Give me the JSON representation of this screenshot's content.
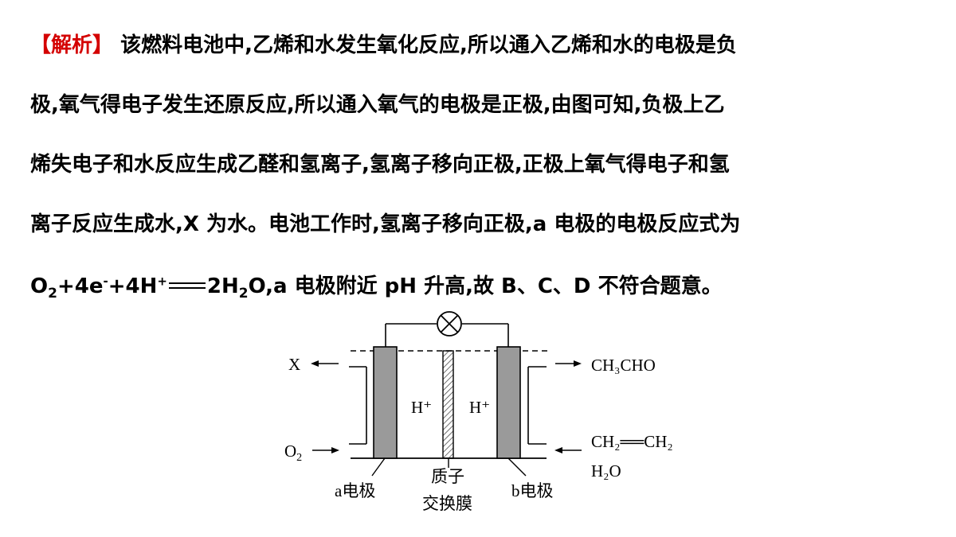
{
  "analysis": {
    "tag": "【解析】",
    "line1": "该燃料电池中,乙烯和水发生氧化反应,所以通入乙烯和水的电极是负",
    "line2": "极,氧气得电子发生还原反应,所以通入氧气的电极是正极,由图可知,负极上乙",
    "line3": "烯失电子和水反应生成乙醛和氢离子,氢离子移向正极,正极上氧气得电子和氢",
    "line4": "离子反应生成水,X 为水。电池工作时,氢离子移向正极,a 电极的电极反应式为",
    "line5": {
      "o": "O",
      "sub2": "2",
      "plus4e": "+4e",
      "esup": "-",
      "plus4h": "+4H",
      "hsup": "+",
      "p2h": "2H",
      "sub2b": "2",
      "tail": "O,a 电极附近 pH 升高,故 B、C、D 不符合题意。"
    }
  },
  "diagram": {
    "x_label": "X",
    "o2_o": "O",
    "o2_sub": "2",
    "h_plus_left": "H⁺",
    "h_plus_right": "H⁺",
    "ch3cho": "CH₃CHO",
    "ethylene": "CH₂══CH₂",
    "water": "H₂O",
    "electrode_a": "a电极",
    "membrane_line1": "质子",
    "membrane_line2": "交换膜",
    "electrode_b": "b电极"
  }
}
